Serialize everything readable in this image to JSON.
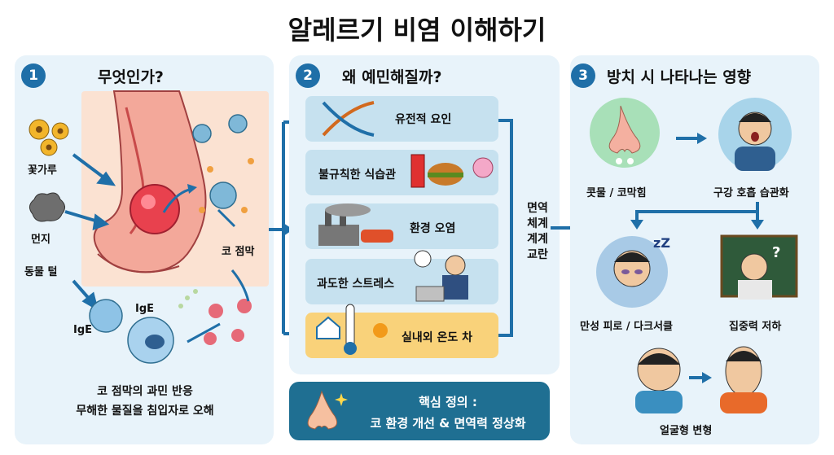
{
  "title": "알레르기 비염 이해하기",
  "panel1": {
    "number": "1",
    "heading": "무엇인가?",
    "allergens": [
      "꽃가루",
      "먼지",
      "동물 털"
    ],
    "mucosa_label": "코 점막",
    "ige_labels": [
      "IgE",
      "IgE"
    ],
    "summary_line1": "코 점막의 과민 반응",
    "summary_line2": "무해한 물질을 침입자로 오해"
  },
  "panel2": {
    "number": "2",
    "heading": "왜 예민해질까?",
    "causes": [
      "유전적 요인",
      "불규칙한 식습관",
      "환경 오염",
      "과도한 스트레스",
      "실내외 온도 차"
    ],
    "immune_label": [
      "면역",
      "체계",
      "계계",
      "교란"
    ]
  },
  "core": {
    "line1": "핵심 정의 :",
    "line2": "코 환경 개선 & 면역력 정상화"
  },
  "panel3": {
    "number": "3",
    "heading": "방치 시 나타나는 영향",
    "effects": [
      "콧물 / 코막힘",
      "구강 호흡 습관화",
      "만성 피로 / 다크서클",
      "집중력 저하",
      "얼굴형 변형"
    ]
  },
  "colors": {
    "accent": "#1f6fa8",
    "panel_bg": "#e8f3fa",
    "cause_box": "#c6e1ef",
    "cause_warm": "#f9d27a",
    "core_bg": "#1f6f92"
  }
}
